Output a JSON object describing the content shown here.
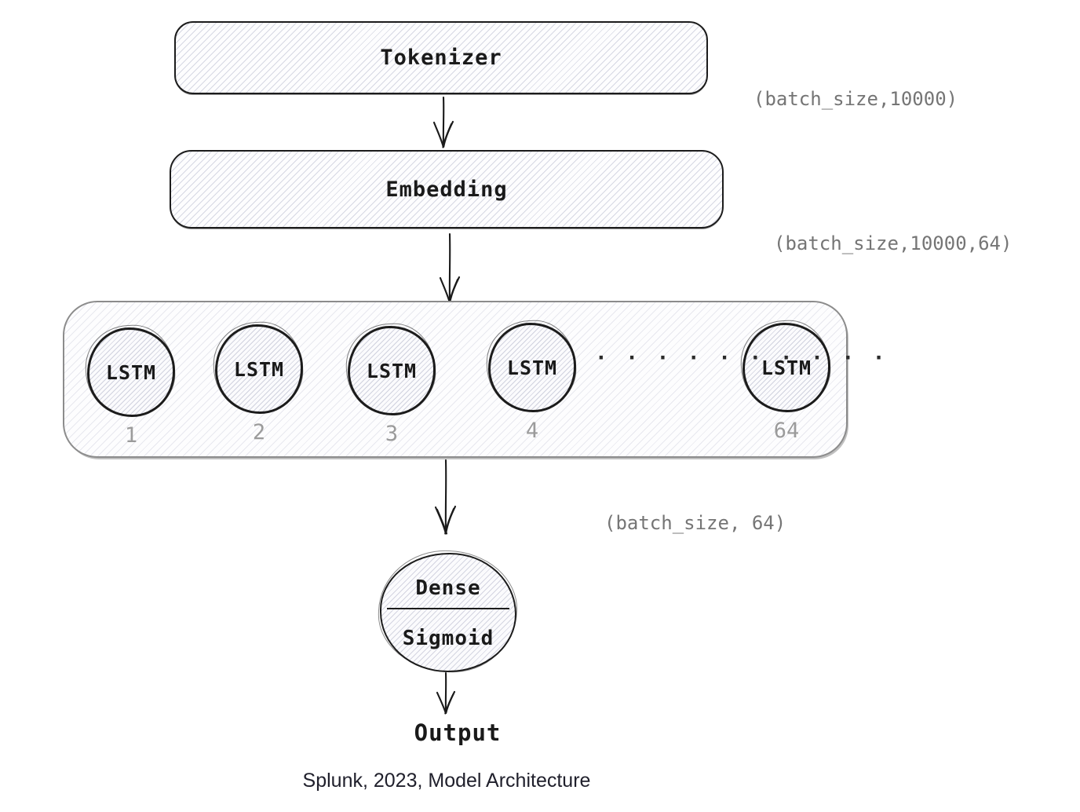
{
  "colors": {
    "ink": "#1a1a1a",
    "muted_annotation": "#757575",
    "index_gray": "#9b9b9b",
    "container_border": "#8c8c8c",
    "background": "#ffffff"
  },
  "nodes": {
    "tokenizer": {
      "label": "Tokenizer"
    },
    "embedding": {
      "label": "Embedding"
    },
    "dense": {
      "top_label": "Dense",
      "bottom_label": "Sigmoid"
    },
    "output": {
      "label": "Output"
    }
  },
  "lstm_layer": {
    "cells": [
      {
        "label": "LSTM",
        "index": "1"
      },
      {
        "label": "LSTM",
        "index": "2"
      },
      {
        "label": "LSTM",
        "index": "3"
      },
      {
        "label": "LSTM",
        "index": "4"
      },
      {
        "label": "LSTM",
        "index": "64"
      }
    ],
    "ellipsis": "· · · · · · · · · ·"
  },
  "annotations": {
    "after_tokenizer": "(batch_size,10000)",
    "after_embedding": "(batch_size,10000,64)",
    "after_lstm": "(batch_size, 64)"
  },
  "caption": "Splunk, 2023, Model Architecture"
}
